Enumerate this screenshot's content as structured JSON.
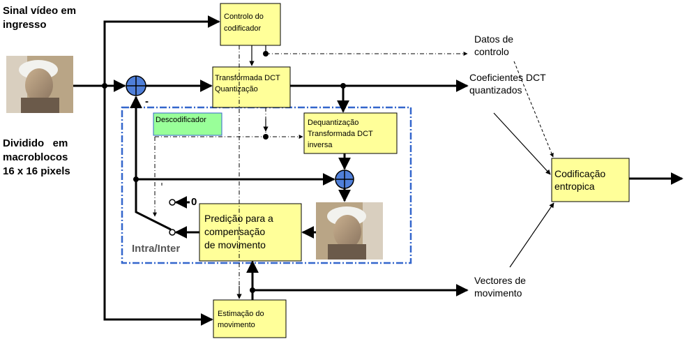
{
  "labels": {
    "input_title_1": "Sinal vídeo em",
    "input_title_2": "ingresso",
    "divided_1": "Dividido   em",
    "divided_2": "macroblocos",
    "divided_3": "16 x 16 pixels",
    "datos_1": "Datos de",
    "datos_2": "controlo",
    "coef_1": "Coeficientes DCT",
    "coef_2": "quantizados",
    "vectores_1": "Vectores de",
    "vectores_2": "movimento",
    "intra_inter": "Intra/Inter",
    "minus": "-",
    "zero": "0"
  },
  "blocks": {
    "controlo_1": "Controlo do",
    "controlo_2": "codificador",
    "dct_1": "Transformada DCT",
    "dct_2": "Quantização",
    "descodificador": "Descodificador",
    "deq_1": "Dequantização",
    "deq_2": "Transformada DCT",
    "deq_3": "inversa",
    "pred_1": "Predição para a",
    "pred_2": "compensação",
    "pred_3": "de movimento",
    "estim_1": "Estimação do",
    "estim_2": "movimento",
    "codif_1": "Codificação",
    "codif_2": "entropica"
  },
  "colors": {
    "block_fill": "#ffff99",
    "descodificador_fill": "#99ff99",
    "decoder_border": "#3366cc",
    "summer_fill": "#4f7fd9"
  }
}
